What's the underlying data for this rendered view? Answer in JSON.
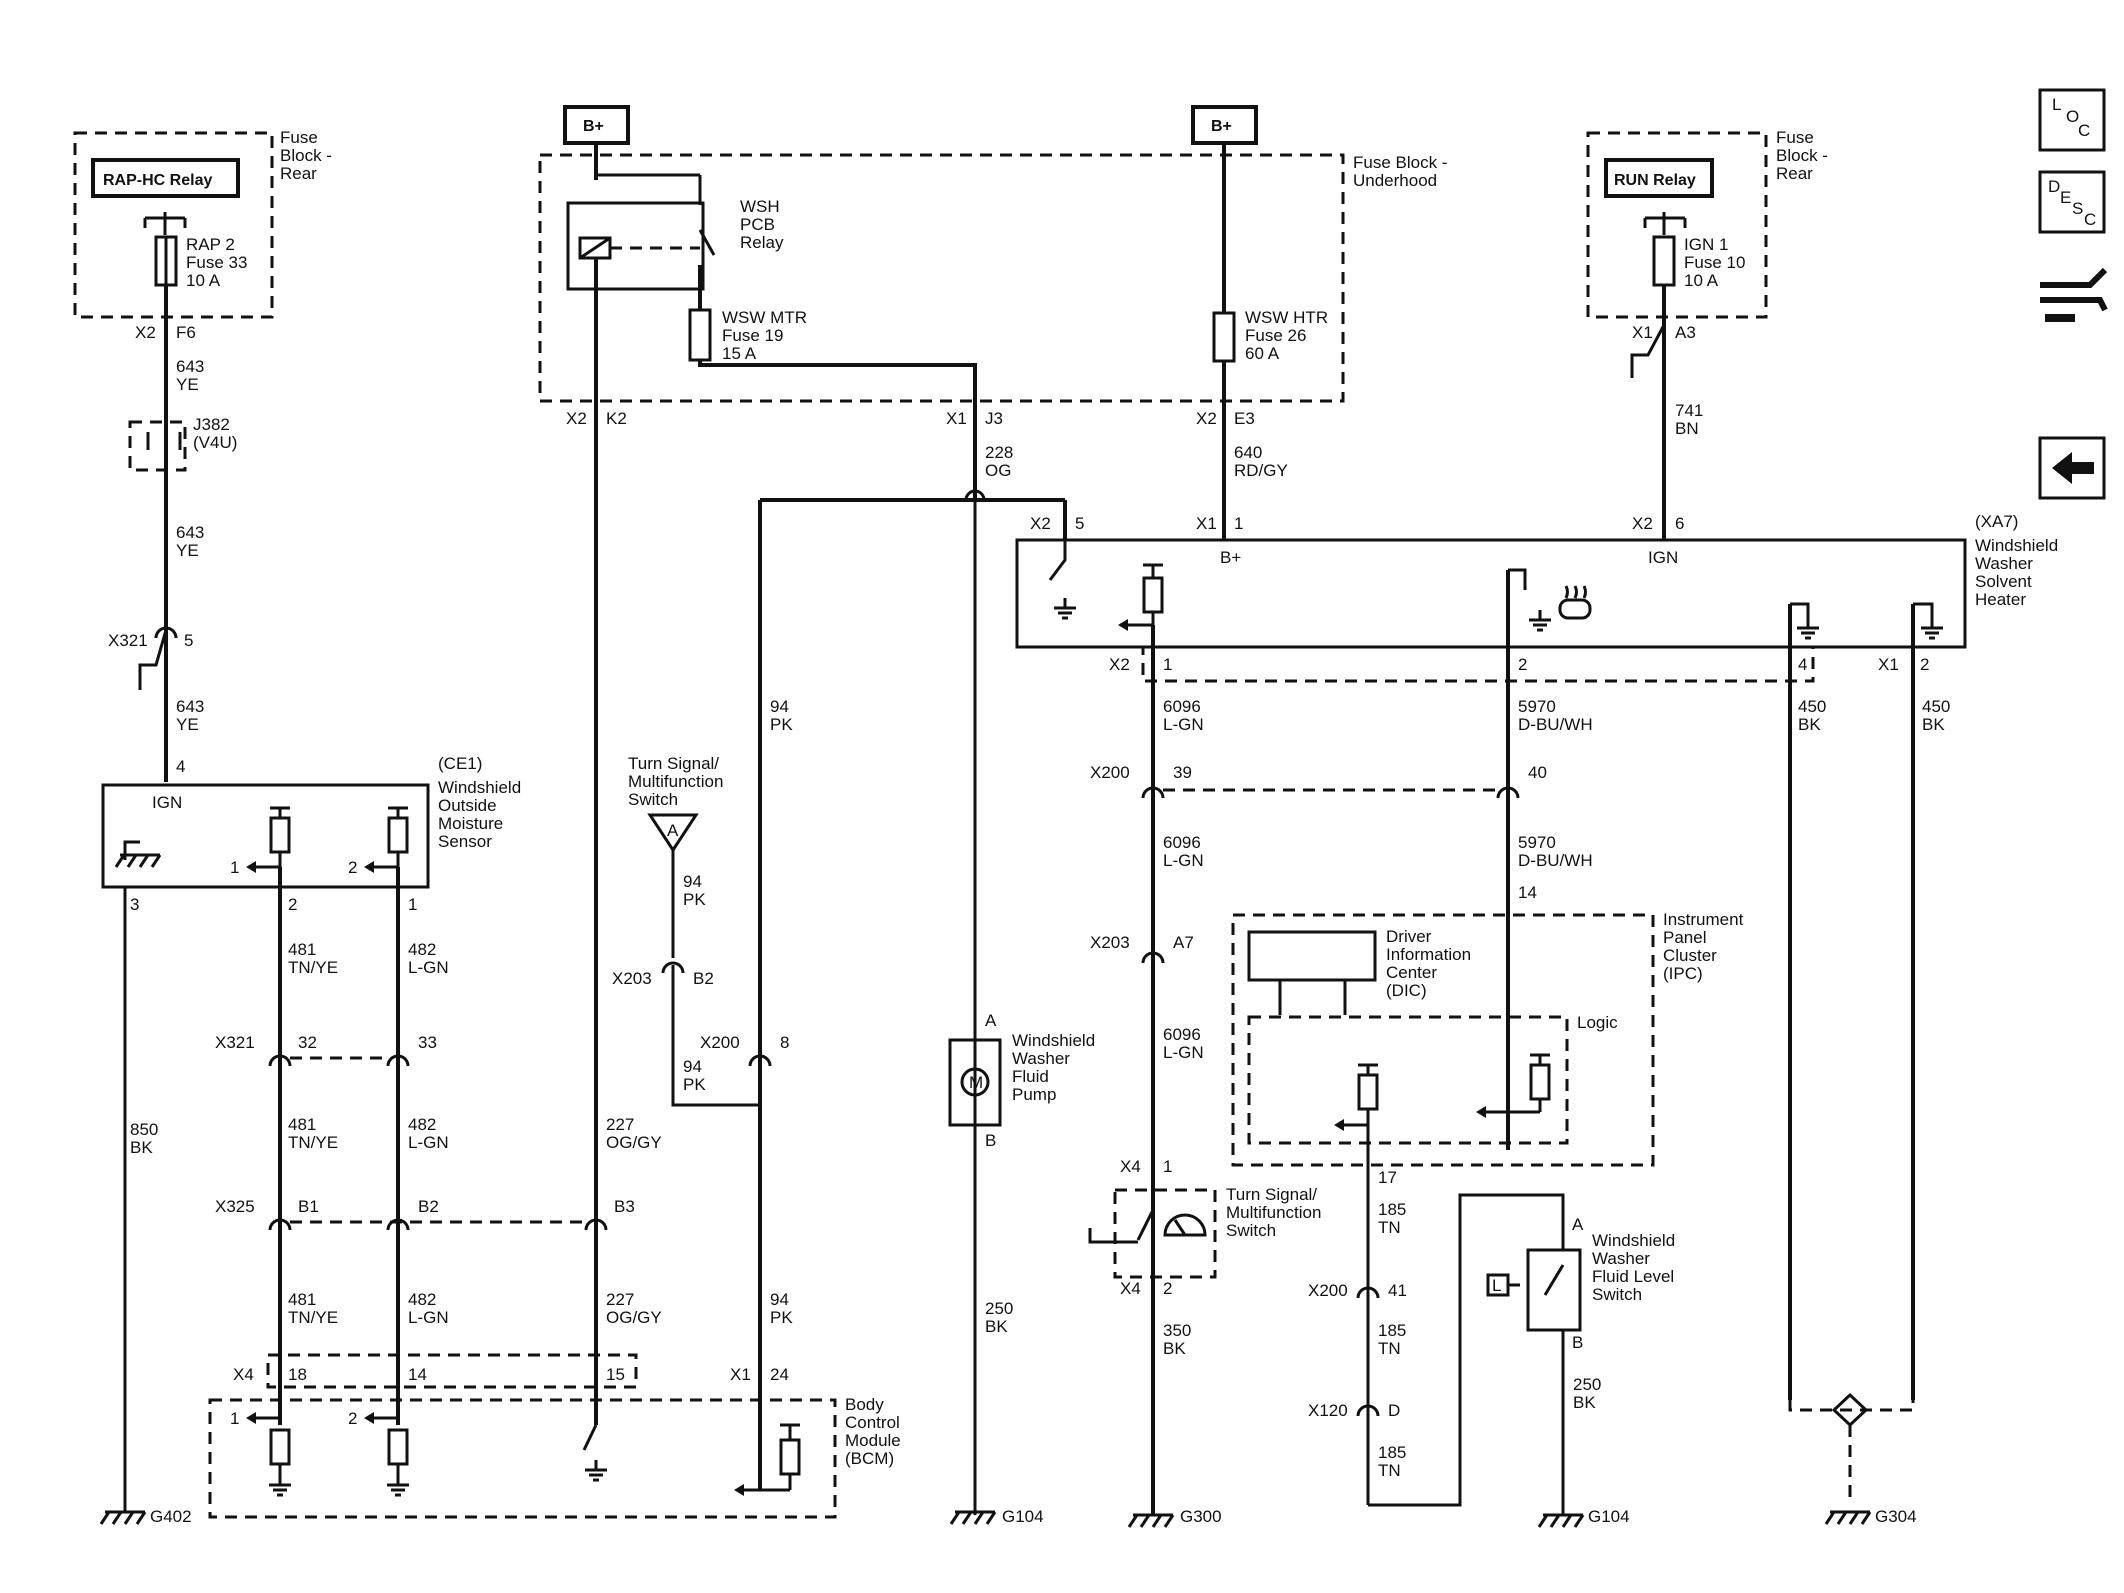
{
  "supplies": {
    "bplus": "B+"
  },
  "fuse_blocks": {
    "rear": "Fuse Block - Rear",
    "underhood": "Fuse Block - Underhood"
  },
  "relays": {
    "rap_hc": "RAP-HC Relay",
    "run": "RUN Relay",
    "wsh_pcb": "WSH PCB Relay"
  },
  "fuses": {
    "rap2": {
      "name": "RAP 2",
      "num": "Fuse 33",
      "amp": "10 A"
    },
    "ign1": {
      "name": "IGN 1",
      "num": "Fuse 10",
      "amp": "10 A"
    },
    "wsw_mtr": {
      "name": "WSW MTR",
      "num": "Fuse 19",
      "amp": "15 A"
    },
    "wsw_htr": {
      "name": "WSW HTR",
      "num": "Fuse 26",
      "amp": "60 A"
    }
  },
  "components": {
    "xa7": {
      "ref": "(XA7)",
      "name": "Windshield Washer Solvent Heater"
    },
    "ce1": {
      "ref": "(CE1)",
      "name": "Windshield Outside Moisture Sensor"
    },
    "turn_signal_a": "Turn Signal/ Multifunction Switch",
    "pump": "Windshield Washer Fluid Pump",
    "ipc": "Instrument Panel Cluster (IPC)",
    "dic": "Driver Information Center (DIC)",
    "logic": "Logic",
    "turn_signal_wiper": "Turn Signal/ Multifunction Switch",
    "level_switch": "Windshield Washer Fluid Level Switch",
    "bcm": "Body Control Module (BCM)",
    "j382": "J382 (V4U)"
  },
  "pin_labels": {
    "ign": "IGN",
    "bplus": "B+"
  },
  "wires": [
    {
      "circuit": "643",
      "color": "YE"
    },
    {
      "circuit": "741",
      "color": "BN"
    },
    {
      "circuit": "228",
      "color": "OG"
    },
    {
      "circuit": "640",
      "color": "RD/GY"
    },
    {
      "circuit": "6096",
      "color": "L-GN"
    },
    {
      "circuit": "5970",
      "color": "D-BU/WH"
    },
    {
      "circuit": "450",
      "color": "BK"
    },
    {
      "circuit": "94",
      "color": "PK"
    },
    {
      "circuit": "481",
      "color": "TN/YE"
    },
    {
      "circuit": "482",
      "color": "L-GN"
    },
    {
      "circuit": "850",
      "color": "BK"
    },
    {
      "circuit": "227",
      "color": "OG/GY"
    },
    {
      "circuit": "250",
      "color": "BK"
    },
    {
      "circuit": "185",
      "color": "TN"
    },
    {
      "circuit": "350",
      "color": "BK"
    }
  ],
  "connectors": [
    "X2",
    "X1",
    "X4",
    "X200",
    "X203",
    "X321",
    "X325",
    "X120"
  ],
  "pins": [
    "F6",
    "A3",
    "K2",
    "J3",
    "E3",
    "5",
    "1",
    "6",
    "2",
    "4",
    "3",
    "39",
    "40",
    "14",
    "A7",
    "32",
    "33",
    "B1",
    "B2",
    "B3",
    "8",
    "18",
    "15",
    "24",
    "17",
    "41",
    "D",
    "A",
    "B"
  ],
  "grounds": [
    "G402",
    "G104",
    "G300",
    "G104",
    "G304"
  ],
  "nav_icons": [
    "LOC",
    "DESC",
    "connector-icon",
    "back-arrow-icon"
  ]
}
